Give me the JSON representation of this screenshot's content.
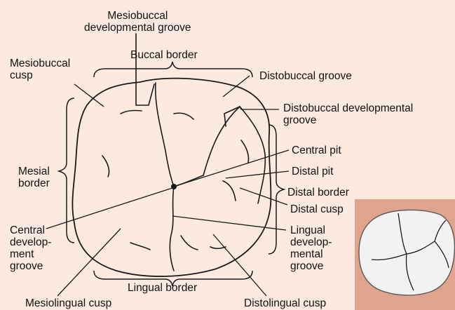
{
  "colors": {
    "background": "#fce9df",
    "photo_background": "#e0a48c",
    "outline": "#1a1a1a",
    "tooth_fill": "#f2f2f2"
  },
  "labels": {
    "mesiobuccal_dev_groove": [
      "Mesiobuccal",
      "developmental groove"
    ],
    "buccal_border": "Buccal border",
    "mesiobuccal_cusp": [
      "Mesiobuccal",
      "cusp"
    ],
    "distobuccal_groove": "Distobuccal groove",
    "distobuccal_dev_groove": [
      "Distobuccal developmental",
      "groove"
    ],
    "central_pit": "Central pit",
    "distal_pit": "Distal pit",
    "distal_border": "Distal border",
    "distal_cusp": "Distal cusp",
    "mesial_border": [
      "Mesial",
      "border"
    ],
    "central_dev_groove": [
      "Central",
      "develop-",
      "ment",
      "groove"
    ],
    "lingual_dev_groove": [
      "Lingual",
      "develop-",
      "mental",
      "groove"
    ],
    "lingual_border": "Lingual border",
    "mesiolingual_cusp": "Mesiolingual cusp",
    "distolingual_cusp": "Distolingual cusp"
  },
  "icons": {
    "inset": "tooth-photo-icon"
  }
}
